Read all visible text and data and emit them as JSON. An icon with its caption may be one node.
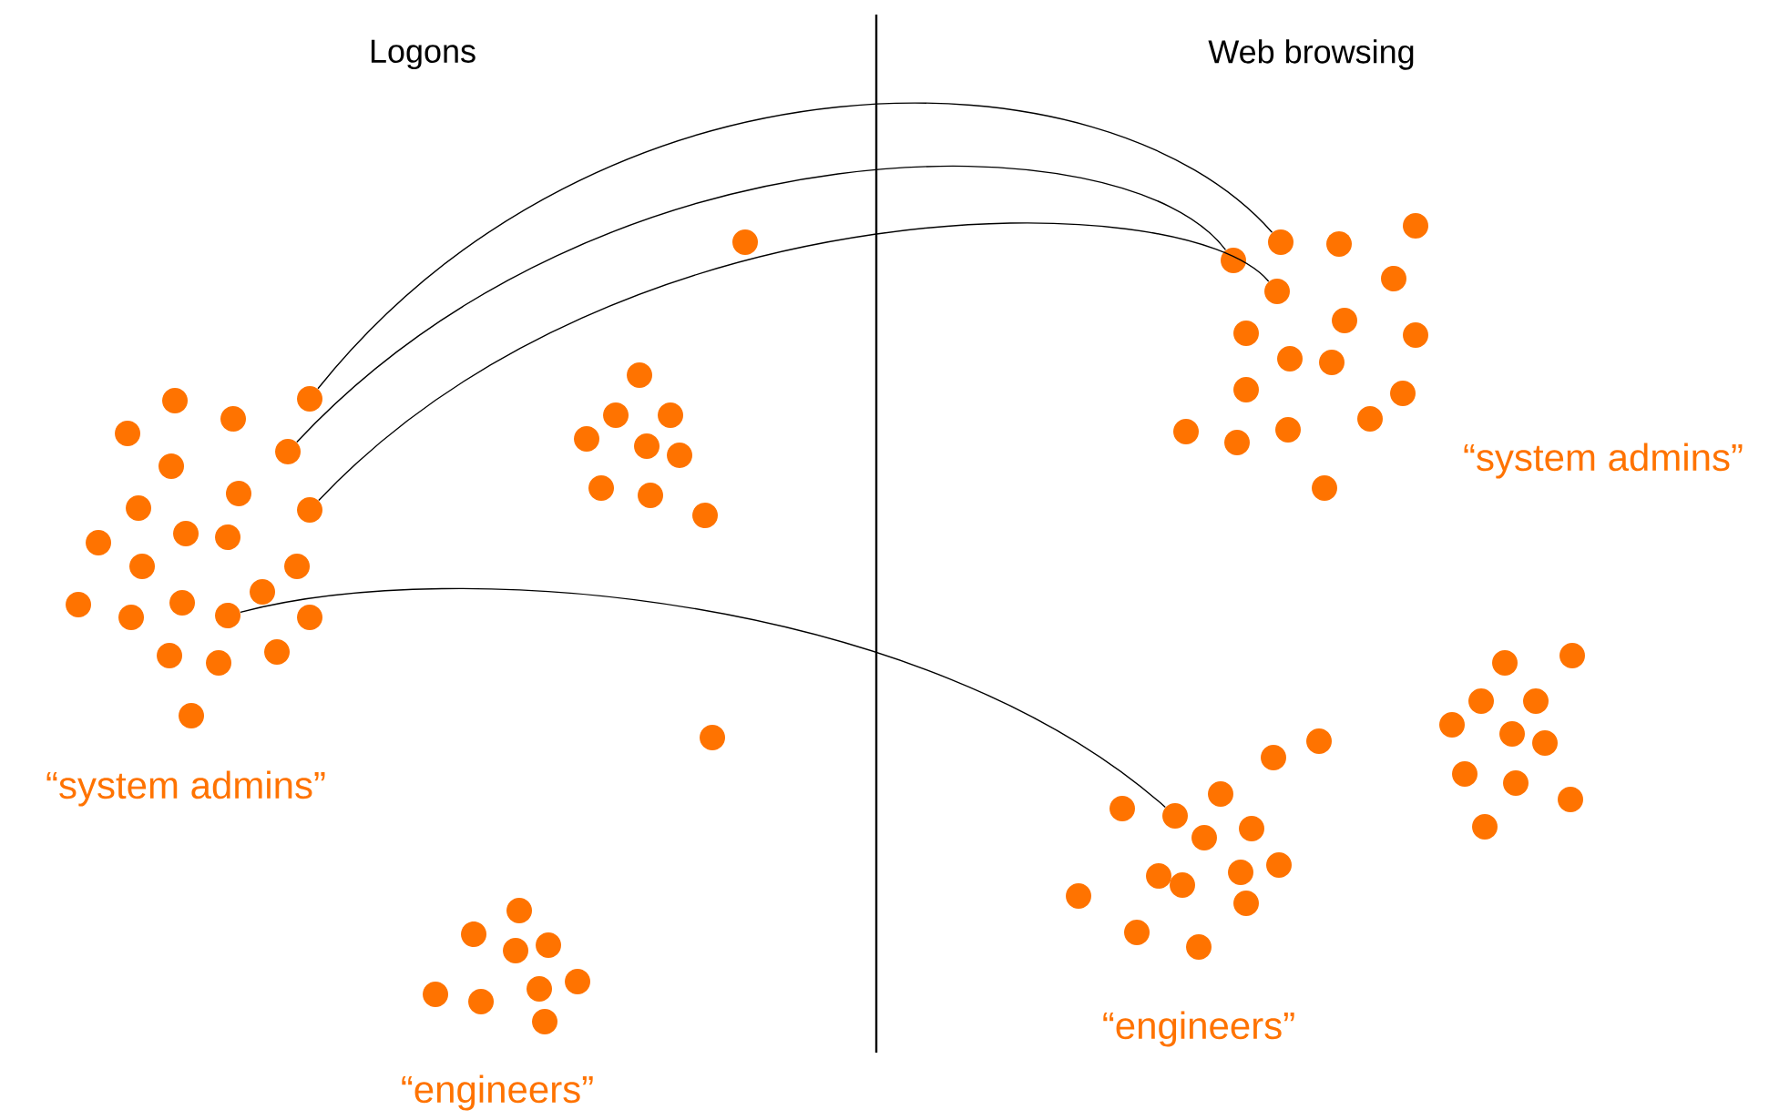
{
  "diagram": {
    "nodes": [
      {
        "text": [],
        "shape": "circle"
      },
      {
        "text": [],
        "shape": "circle"
      },
      {
        "text": [],
        "shape": "circle"
      },
      {
        "text": [],
        "shape": "circle"
      },
      {
        "text": [],
        "shape": "circle"
      },
      {
        "text": [],
        "shape": "circle"
      },
      {
        "text": [],
        "shape": "circle"
      },
      {
        "text": [],
        "shape": "circle"
      },
      {
        "text": [],
        "shape": "circle"
      },
      {
        "text": [],
        "shape": "circle"
      }
    ],
    "edges": [
      {
        "from": 0,
        "to": 4,
        "arrow": "none"
      },
      {
        "from": 1,
        "to": 5,
        "arrow": "none"
      },
      {
        "from": 2,
        "to": 6,
        "arrow": "none"
      },
      {
        "from": 3,
        "to": 7,
        "arrow": "none"
      }
    ],
    "labels": [
      "Logons",
      "Web browsing",
      "“system admins”",
      "“system admins”",
      "“engineers”",
      "“engineers”"
    ]
  }
}
